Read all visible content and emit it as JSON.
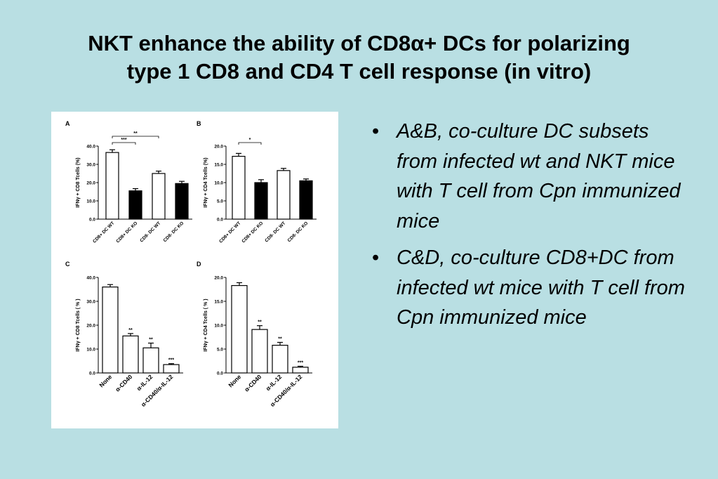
{
  "slide": {
    "title_line1": "NKT enhance the ability of CD8α+ DCs for polarizing",
    "title_line2": "type 1 CD8 and CD4 T cell response (in vitro)"
  },
  "bullets": [
    {
      "marker": "•",
      "text": "A&B, co-culture DC subsets from infected wt and NKT mice with T cell from Cpn immunized mice"
    },
    {
      "marker": "•",
      "text": "C&D, co-culture CD8+DC from infected wt mice with T cell from Cpn immunized mice"
    }
  ],
  "chart_data": [
    {
      "panel": "A",
      "type": "bar",
      "categories": [
        "CD8+ DC WT",
        "CD8+ DC KO",
        "CD8- DC WT",
        "CD8- DC KO"
      ],
      "values": [
        36.5,
        15.5,
        25.0,
        19.5
      ],
      "errors": [
        1.5,
        1.2,
        1.3,
        1.2
      ],
      "fills": [
        "white",
        "black",
        "white",
        "black"
      ],
      "ylabel": "IFNγ + CD8 Tcells (%)",
      "ylim": [
        0,
        40
      ],
      "ticks": [
        "0.0",
        "10.0",
        "20.0",
        "30.0",
        "40.0"
      ],
      "brackets": [
        {
          "from": 0,
          "to": 1,
          "label": "***",
          "level": 0
        },
        {
          "from": 0,
          "to": 2,
          "label": "**",
          "level": 1
        }
      ],
      "bar_labels": [
        "",
        "",
        "",
        ""
      ]
    },
    {
      "panel": "B",
      "type": "bar",
      "categories": [
        "CD8+ DC WT",
        "CD8+ DC KO",
        "CD8- DC WT",
        "CD8- DC KO"
      ],
      "values": [
        17.2,
        10.0,
        13.3,
        10.5
      ],
      "errors": [
        0.8,
        0.8,
        0.6,
        0.5
      ],
      "fills": [
        "white",
        "black",
        "white",
        "black"
      ],
      "ylabel": "IFNγ + CD4 Tcells (%)",
      "ylim": [
        0,
        20
      ],
      "ticks": [
        "0.0",
        "5.0",
        "10.0",
        "15.0",
        "20.0"
      ],
      "brackets": [
        {
          "from": 0,
          "to": 1,
          "label": "*",
          "level": 0
        }
      ],
      "bar_labels": [
        "",
        "",
        "",
        ""
      ]
    },
    {
      "panel": "C",
      "type": "bar",
      "categories": [
        "None",
        "α-CD40",
        "α-IL-12",
        "α-CD40/α-IL-12"
      ],
      "values": [
        36.0,
        15.5,
        10.5,
        3.5
      ],
      "errors": [
        1.0,
        1.0,
        2.0,
        0.4
      ],
      "fills": [
        "white",
        "white",
        "white",
        "white"
      ],
      "ylabel": "IFNγ + CD8 Tcells ( % )",
      "ylim": [
        0,
        40
      ],
      "ticks": [
        "0.0",
        "10.0",
        "20.0",
        "30.0",
        "40.0"
      ],
      "brackets": [],
      "bar_labels": [
        "",
        "**",
        "**",
        "***"
      ]
    },
    {
      "panel": "D",
      "type": "bar",
      "categories": [
        "None",
        "α-CD40",
        "α-IL-12",
        "α-CD40/α-IL-12"
      ],
      "values": [
        18.3,
        9.1,
        5.8,
        1.2
      ],
      "errors": [
        0.6,
        0.8,
        0.6,
        0.2
      ],
      "fills": [
        "white",
        "white",
        "white",
        "white"
      ],
      "ylabel": "IFNγ + CD4 Tcells ( % )",
      "ylim": [
        0,
        20
      ],
      "ticks": [
        "0.0",
        "5.0",
        "10.0",
        "15.0",
        "20.0"
      ],
      "brackets": [],
      "bar_labels": [
        "",
        "**",
        "**",
        "***"
      ]
    }
  ]
}
